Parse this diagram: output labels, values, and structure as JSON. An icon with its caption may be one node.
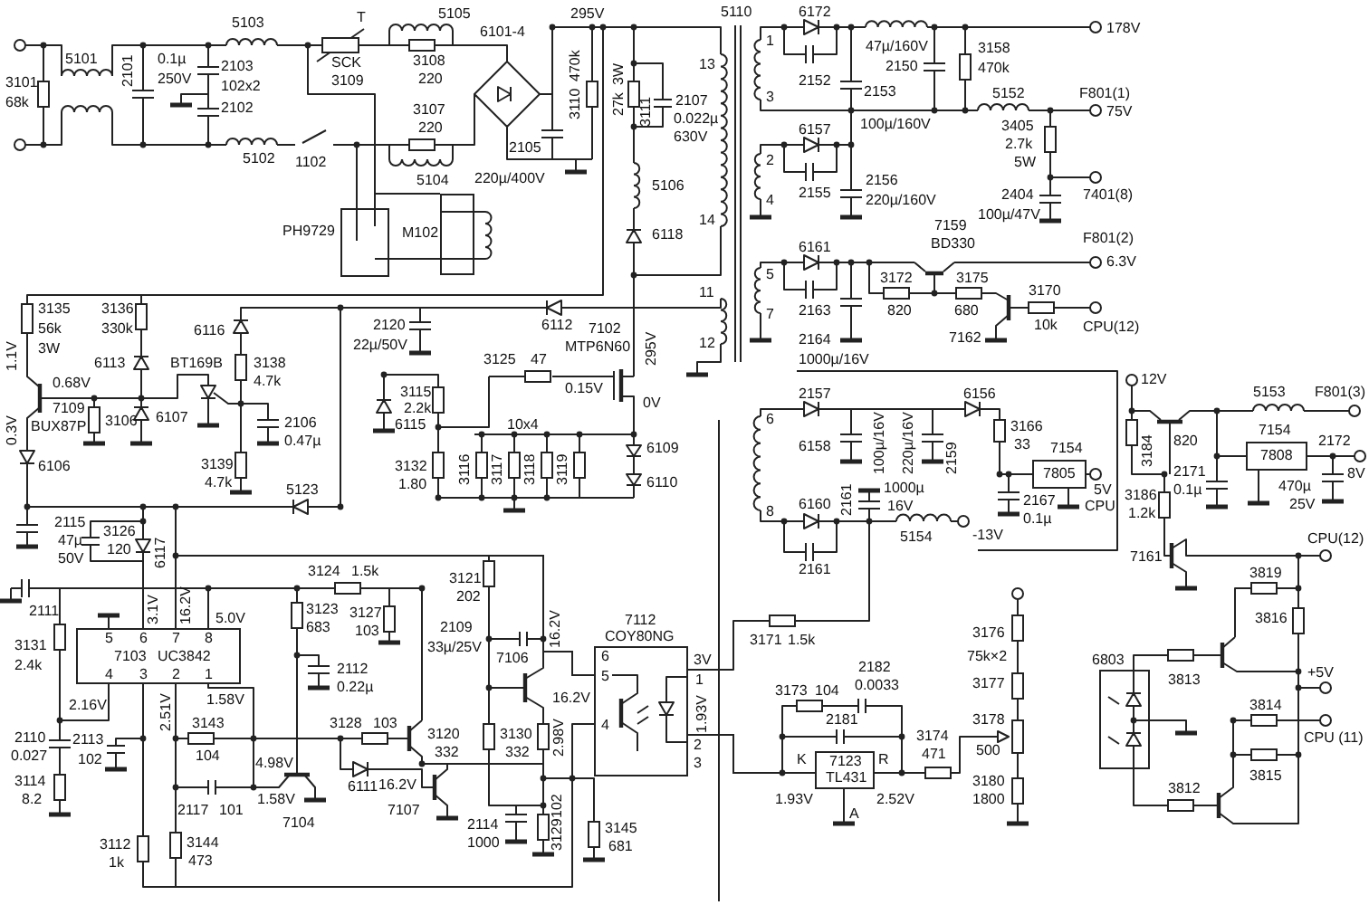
{
  "diagram": {
    "nodes": [
      {
        "text": [],
        "shape": "box",
        "beside": [
          "PH9729"
        ]
      },
      {
        "text": [],
        "shape": "box",
        "beside": [
          "M102"
        ]
      },
      {
        "text": [
          "5",
          "6",
          "7",
          "8",
          "7103",
          "UC3842",
          "4",
          "3",
          "2",
          "1"
        ]
      },
      {
        "text": [
          "6",
          "5",
          "4"
        ],
        "beside": [
          "7112",
          "COY80NG"
        ]
      },
      {
        "text": [
          "7123",
          "TL431"
        ]
      },
      {
        "text": [
          "7805"
        ],
        "beside": [
          "7154"
        ]
      },
      {
        "text": [
          "7808"
        ],
        "beside": [
          "7154"
        ]
      },
      {
        "text": [],
        "shape": "box",
        "beside": [
          "6803"
        ]
      }
    ],
    "edges": [
      {
        "from": 2,
        "to": 3,
        "arrow": "none"
      },
      {
        "from": 3,
        "to": 4,
        "arrow": "none"
      },
      {
        "from": 0,
        "to": 1,
        "arrow": "none"
      }
    ],
    "labels": [
      "5103",
      "T",
      "5105",
      "6101-4",
      "295V",
      "5110",
      "6172",
      "178V",
      "3101",
      "68k",
      "5101",
      "2101",
      "0.1µ",
      "250V",
      "2103",
      "102x2",
      "2102",
      "SCK",
      "3109",
      "3108",
      "220",
      "3110",
      "470k",
      "27k",
      "3W",
      "3111",
      "2107",
      "0.022µ",
      "630V",
      "13",
      "1",
      "47µ/160V",
      "2150",
      "3158",
      "470k",
      "2152",
      "2153",
      "3",
      "5102",
      "1102",
      "3107",
      "220",
      "5152",
      "F801(1)",
      "75V",
      "100µ/160V",
      "6157",
      "3405",
      "2.7k",
      "5W",
      "2105",
      "2",
      "2155",
      "2156",
      "220µ/160V",
      "220µ/400V",
      "5104",
      "5106",
      "4",
      "2404",
      "100µ/47V",
      "7401(8)",
      "14",
      "6118",
      "6161",
      "7159",
      "BD330",
      "F801(2)",
      "6.3V",
      "5",
      "3172",
      "3175",
      "3170",
      "11",
      "3135",
      "56k",
      "3W",
      "3136",
      "330k",
      "6116",
      "2120",
      "6112",
      "7102",
      "MTP6N60",
      "295V",
      "820",
      "680",
      "2163",
      "7",
      "10k",
      "CPU(12)",
      "7162",
      "2164",
      "12",
      "22µ/50V",
      "1000µ/16V",
      "3125",
      "47",
      "6113",
      "BT169B",
      "3138",
      "4.7k",
      "1.1V",
      "12V",
      "0.68V",
      "0.15V",
      "3115",
      "5153",
      "F801(3)",
      "2157",
      "6156",
      "2.2k",
      "0V",
      "7109",
      "6",
      "6107",
      "3106",
      "2106",
      "6115",
      "10x4",
      "BUX87P",
      "3166",
      "0.47µ",
      "820",
      "2172",
      "33",
      "6158",
      "6109",
      "0.3V",
      "3132",
      "3139",
      "2159",
      "100µ/16V",
      "220µ/16V",
      "3184",
      "2171",
      "3116",
      "3117",
      "3118",
      "3119",
      "4.7k",
      "6110",
      "1.80",
      "6106",
      "1000µ",
      "0.1µ",
      "5V",
      "5123",
      "3186",
      "470µ",
      "2167",
      "16V",
      "CPU",
      "6160",
      "25V",
      "1.2k",
      "8V",
      "0.1µ",
      "8",
      "2161",
      "2115",
      "3126",
      "-13V",
      "5154",
      "47µ",
      "120",
      "7161",
      "CPU(12)",
      "50V",
      "2161",
      "6117",
      "3124",
      "1.5k",
      "3121",
      "3819",
      "202",
      "2111",
      "5.0V",
      "3123",
      "3127",
      "3816",
      "16.2V",
      "3.1V",
      "16.2V",
      "683",
      "103",
      "2109",
      "3171",
      "1.5k",
      "3131",
      "33µ/25V",
      "3V",
      "7106",
      "2182",
      "2112",
      "2.4k",
      "+5V",
      "1",
      "3813",
      "0.0033",
      "0.22µ",
      "3173",
      "104",
      "16.2V",
      "1.58V",
      "2.16V",
      "3814",
      "3176",
      "75k×2",
      "3177",
      "2181",
      "3143",
      "3128",
      "103",
      "3178",
      "2.51V",
      "3120",
      "3130",
      "3174",
      "1.93V",
      "CPU (11)",
      "2110",
      "2113",
      "2",
      "500",
      "332",
      "332",
      "471",
      "0.027",
      "104",
      "102",
      "K",
      "R",
      "2.98V",
      "3",
      "4.98V",
      "3815",
      "3114",
      "3180",
      "16.2V",
      "6111",
      "3812",
      "1.93V",
      "2.52V",
      "8.2",
      "1.58V",
      "1800",
      "2117",
      "101",
      "7107",
      "A",
      "7104",
      "2114",
      "3145",
      "102",
      "1000",
      "3112",
      "3144",
      "681",
      "1k",
      "3129",
      "473"
    ]
  }
}
